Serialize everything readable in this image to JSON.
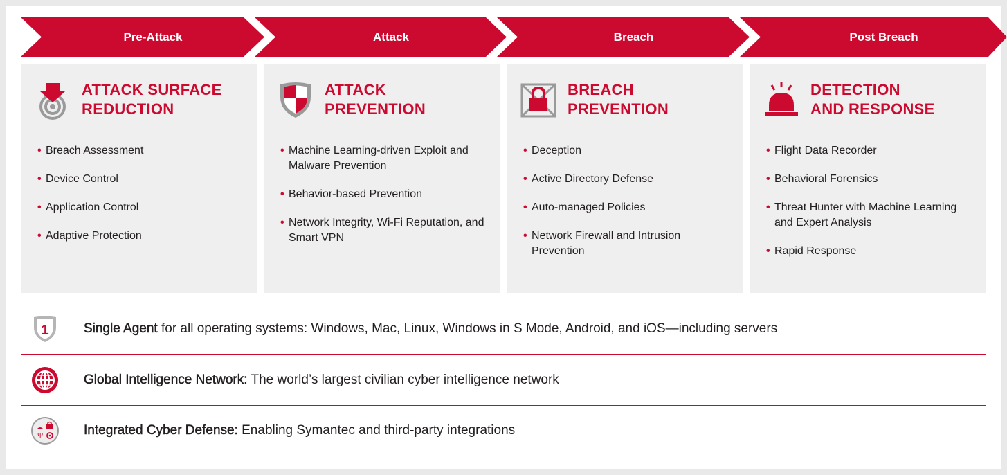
{
  "phases": [
    "Pre-Attack",
    "Attack",
    "Breach",
    "Post Breach"
  ],
  "columns": [
    {
      "icon": "target-arrow-icon",
      "title_line1": "ATTACK SURFACE",
      "title_line2": "REDUCTION",
      "items": [
        "Breach Assessment",
        "Device Control",
        "Application Control",
        "Adaptive Protection"
      ]
    },
    {
      "icon": "shield-icon",
      "title_line1": "ATTACK",
      "title_line2": "PREVENTION",
      "items": [
        "Machine Learning-driven Exploit and Malware Prevention",
        "Behavior-based Prevention",
        "Network Integrity, Wi-Fi Reputation, and Smart VPN"
      ]
    },
    {
      "icon": "locked-box-icon",
      "title_line1": "BREACH",
      "title_line2": "PREVENTION",
      "items": [
        "Deception",
        "Active Directory Defense",
        "Auto-managed Policies",
        "Network Firewall and Intrusion Prevention"
      ]
    },
    {
      "icon": "alarm-light-icon",
      "title_line1": "DETECTION",
      "title_line2": "AND RESPONSE",
      "items": [
        "Flight Data Recorder",
        "Behavioral Forensics",
        "Threat Hunter with Machine Learning and Expert Analysis",
        "Rapid Response"
      ]
    }
  ],
  "features": [
    {
      "icon": "single-agent-shield-icon",
      "icon_text": "1",
      "bold": "Single Agent",
      "rest": " for all operating systems: Windows, Mac, Linux, Windows in S Mode, Android, and iOS—including servers"
    },
    {
      "icon": "globe-icon",
      "bold": "Global Intelligence Network:",
      "rest": " The world’s largest civilian cyber intelligence network"
    },
    {
      "icon": "integration-icon",
      "bold": "Integrated Cyber Defense:",
      "rest": " Enabling Symantec and third-party integrations"
    }
  ],
  "colors": {
    "accent": "#cc092f",
    "panel": "#efefef",
    "text": "#231f20"
  }
}
